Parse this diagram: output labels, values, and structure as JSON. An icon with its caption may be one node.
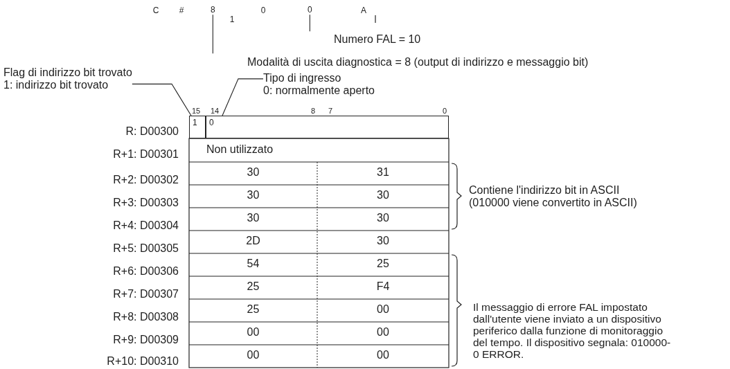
{
  "diagram": {
    "nodes": [
      {
        "text": [
          "Flag di indirizzo bit trovato",
          "1: indirizzo bit trovato"
        ]
      },
      {
        "text": [
          "Tipo di ingresso",
          "0: normalmente aperto"
        ]
      },
      {
        "text": [
          "1"
        ]
      },
      {
        "text": [
          "0"
        ]
      },
      {
        "text": [
          "8"
        ]
      },
      {
        "text": [
          "0"
        ]
      }
    ],
    "edges": [
      {
        "from": 0,
        "to": 2,
        "arrow": "none"
      },
      {
        "from": 1,
        "to": 3,
        "arrow": "none"
      },
      {
        "from": 4,
        "to": null,
        "arrow": "none"
      },
      {
        "from": 5,
        "to": null,
        "arrow": "none"
      }
    ],
    "labels": [
      "C",
      "#",
      "1",
      "0",
      "A",
      "Numero FAL = 10",
      "Modalità di uscita diagnostica = 8 (output di indirizzo e messaggio bit)",
      "15",
      "14",
      "8",
      "7",
      "0",
      "R: D00300",
      "R+1: D00301",
      "Non utilizzato",
      "R+2: D00302",
      "30",
      "31",
      "R+3: D00303",
      "30",
      "30",
      "R+4: D00304",
      "30",
      "30",
      "R+5: D00305",
      "2D",
      "30",
      "R+6: D00306",
      "54",
      "25",
      "R+7: D00307",
      "25",
      "F4",
      "R+8: D00308",
      "25",
      "00",
      "R+9: D00309",
      "00",
      "00",
      "R+10: D00310",
      "00",
      "00",
      "Contiene l'indirizzo bit in ASCII (010000 viene convertito in ASCII)",
      "Il messaggio di errore FAL impostato dall'utente viene inviato a un dispositivo periferico dalla funzione di monitoraggio del tempo. Il dispositivo segnala: 010000-0 ERROR."
    ]
  }
}
